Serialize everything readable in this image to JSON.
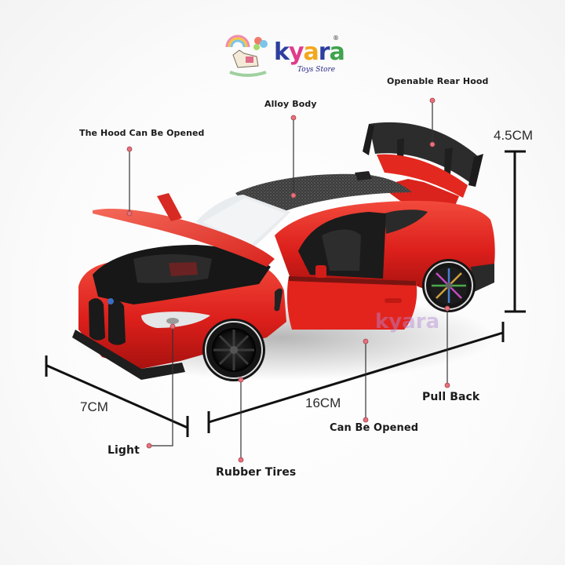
{
  "brand": {
    "name": "kyara",
    "letters": [
      "k",
      "y",
      "a",
      "r",
      "a"
    ],
    "letter_colors": [
      "#2d3f9e",
      "#e03b8b",
      "#f2a81d",
      "#2d3f9e",
      "#3fa34d"
    ],
    "tagline": "Toys Store",
    "registered_mark": "®",
    "watermark": "kyara"
  },
  "product": {
    "subject": "Red die-cast sports coupe model car with opened hood, doors and rear hood",
    "body_color": "#e0231f",
    "roof_color": "#3a3a3a"
  },
  "features": [
    {
      "id": "hood",
      "label": "The Hood Can Be Opened"
    },
    {
      "id": "body",
      "label": "Alloy Body"
    },
    {
      "id": "rear_hood",
      "label": "Openable Rear Hood"
    },
    {
      "id": "door",
      "label": "Can Be Opened"
    },
    {
      "id": "pull_back",
      "label": "Pull Back"
    },
    {
      "id": "light",
      "label": "Light"
    },
    {
      "id": "tires",
      "label": "Rubber Tires"
    }
  ],
  "dimensions": {
    "height": "4.5CM",
    "width": "7CM",
    "length": "16CM"
  },
  "colors": {
    "callout_dot": "#e8707a",
    "callout_line": "#333333",
    "dimension_line": "#111111"
  }
}
